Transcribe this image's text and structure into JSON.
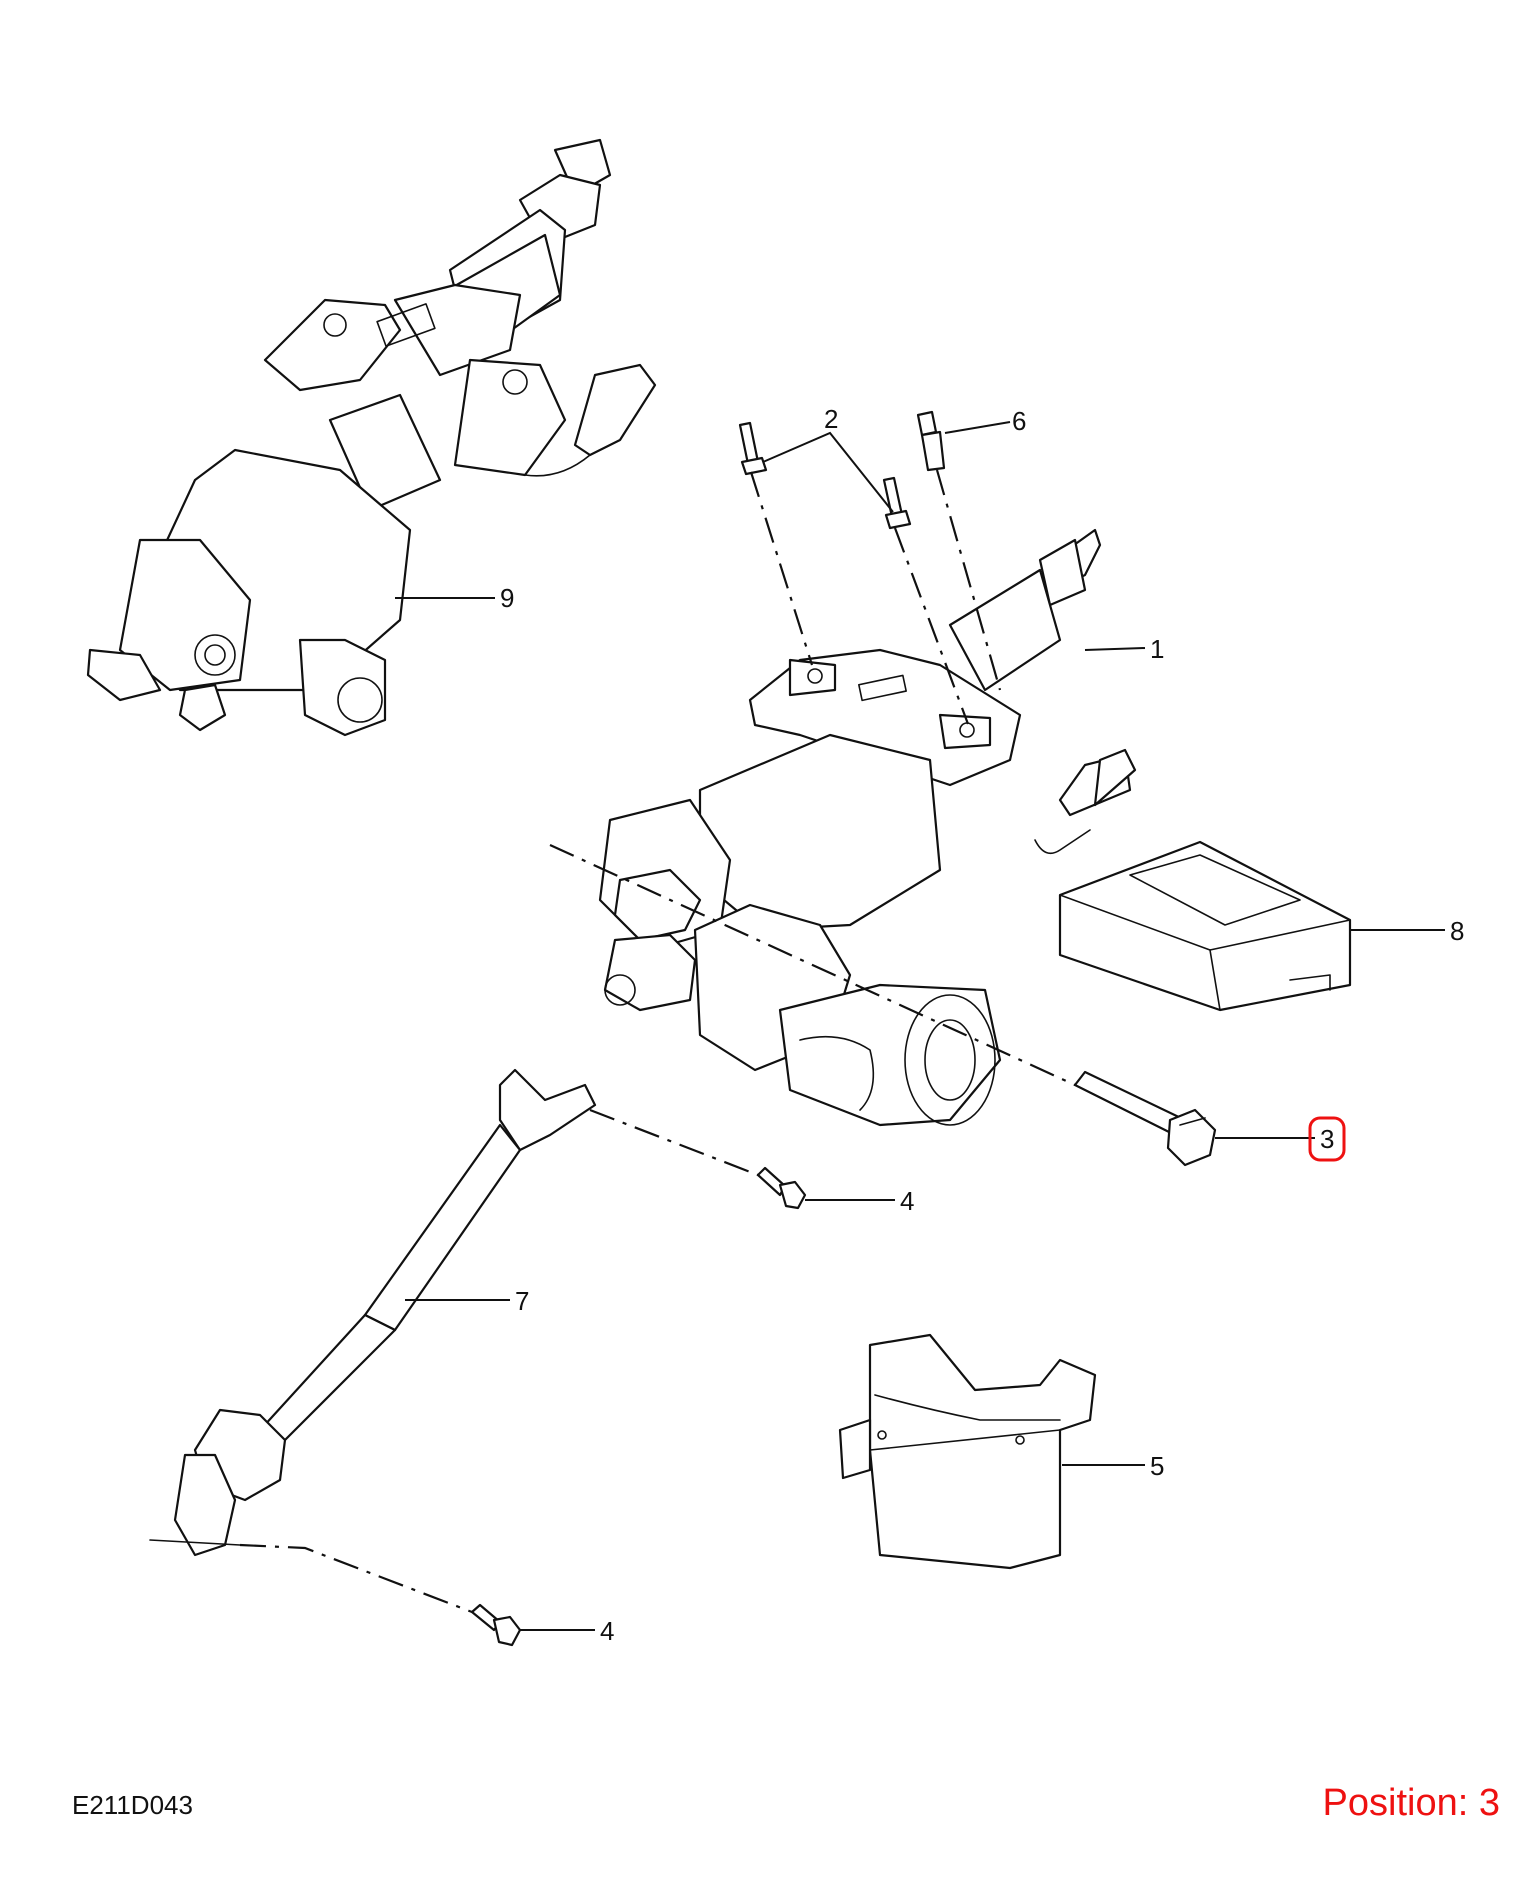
{
  "drawing_code": "E211D043",
  "position_label": "Position: 3",
  "callouts": {
    "c1": "1",
    "c2": "2",
    "c3": "3",
    "c4a": "4",
    "c4b": "4",
    "c5": "5",
    "c6": "6",
    "c7": "7",
    "c8": "8",
    "c9": "9"
  },
  "highlight_color": "#ee1111",
  "line_color": "#111111"
}
